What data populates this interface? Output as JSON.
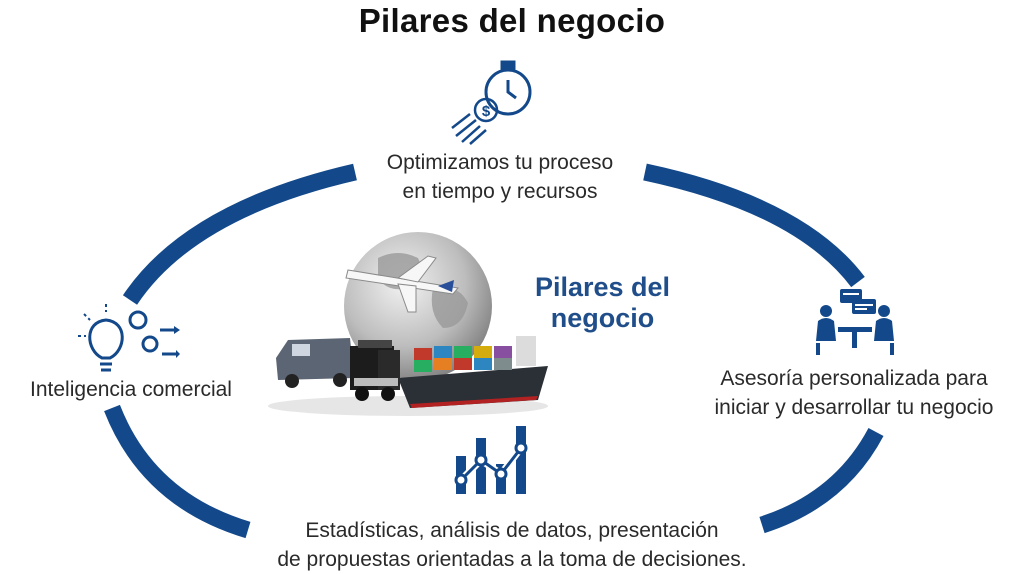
{
  "title": "Pilares del negocio",
  "center": {
    "line1": "Pilares del",
    "line2": "negocio",
    "image_icon": "globe-plane-truck-ship-icon"
  },
  "colors": {
    "accent": "#13498a",
    "label": "#1f4e8a"
  },
  "pillars": [
    {
      "icon": "stopwatch-dollar-icon",
      "line1": "Optimizamos tu proceso",
      "line2": "en tiempo y recursos"
    },
    {
      "icon": "lightbulb-gears-icon",
      "line1": "Inteligencia comercial"
    },
    {
      "icon": "meeting-consulting-icon",
      "line1": "Asesoría personalizada para",
      "line2": "iniciar y desarrollar tu negocio"
    },
    {
      "icon": "bar-chart-trend-icon",
      "line1": "Estadísticas, análisis de datos, presentación",
      "line2": "de propuestas orientadas a la toma de decisiones."
    }
  ]
}
